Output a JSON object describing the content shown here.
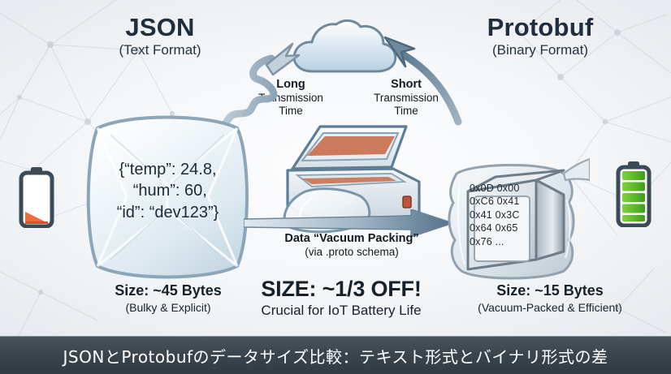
{
  "left": {
    "title": "JSON",
    "subtitle": "(Text Format)",
    "payload_lines": [
      "{“temp”: 24.8,",
      " “hum”: 60,",
      "“id”: “dev123”}"
    ],
    "size_label": "Size: ~45 Bytes",
    "size_note": "(Bulky & Explicit)",
    "battery_icon": "battery-low-icon"
  },
  "right": {
    "title": "Protobuf",
    "subtitle": "(Binary Format)",
    "payload_lines": [
      "0x0D 0x00",
      "0xC6 0x41",
      "0x41 0x3C",
      "0x64 0x65",
      "0x76 ..."
    ],
    "size_label": "Size: ~15 Bytes",
    "size_note": "(Vacuum-Packed & Efficient)",
    "battery_icon": "battery-full-icon"
  },
  "center": {
    "headline": "SIZE: ~1/3 OFF!",
    "subline": "Crucial for IoT Battery Life",
    "process_label": "Data “Vacuum Packing”",
    "process_note": "(via .proto schema)",
    "machine_icon": "vacuum-sealer-icon",
    "arrow_icon": "right-arrow-icon"
  },
  "transmission": {
    "long_title": "Long",
    "long_line2": "Transmission",
    "long_line3": "Time",
    "short_title": "Short",
    "short_line2": "Transmission",
    "short_line3": "Time",
    "cloud_icon": "cloud-icon"
  },
  "caption": {
    "text": "JSONとProtobufのデータサイズ比較：テキスト形式とバイナリ形式の差"
  },
  "colors": {
    "title_navy": "#1f2d3d",
    "bag_blue": "#d7e4ec",
    "metal_gray": "#b9c3c9",
    "battery_low": "#ee6b3b",
    "battery_full": "#4caf26",
    "caption_bar": "#3b454d",
    "arrow_blue": "#5a7489"
  }
}
